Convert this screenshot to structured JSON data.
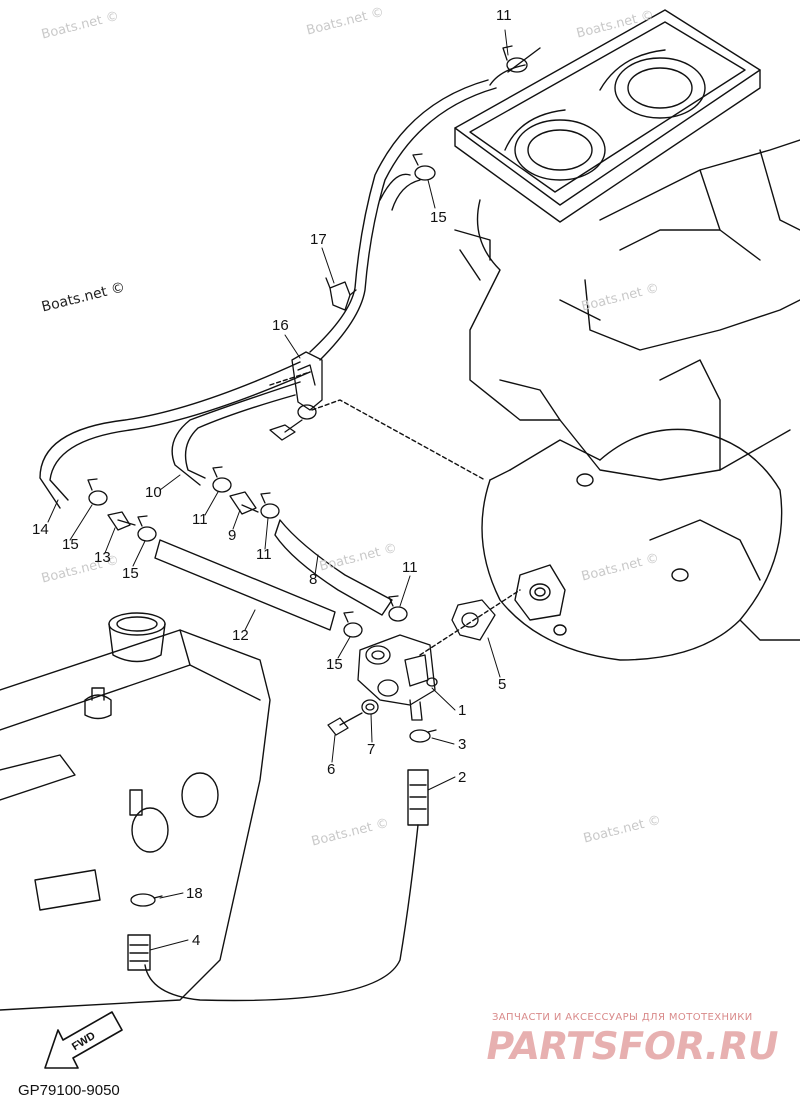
{
  "diagram": {
    "code": "GP79100-9050",
    "forward_label": "FWD",
    "watermark": "Boats.net ©",
    "brand_tagline": "ЗАПЧАСТИ И АКСЕССУАРЫ ДЛЯ МОТОТЕХНИКИ",
    "brand_logo": "PARTSFOR.RU"
  },
  "callouts": [
    {
      "id": "c11a",
      "text": "11"
    },
    {
      "id": "c15a",
      "text": "15"
    },
    {
      "id": "c17",
      "text": "17"
    },
    {
      "id": "c16",
      "text": "16"
    },
    {
      "id": "c10",
      "text": "10"
    },
    {
      "id": "c14",
      "text": "14"
    },
    {
      "id": "c15b",
      "text": "15"
    },
    {
      "id": "c13",
      "text": "13"
    },
    {
      "id": "c15c",
      "text": "15"
    },
    {
      "id": "c11b",
      "text": "11"
    },
    {
      "id": "c9",
      "text": "9"
    },
    {
      "id": "c11c",
      "text": "11"
    },
    {
      "id": "c8",
      "text": "8"
    },
    {
      "id": "c11d",
      "text": "11"
    },
    {
      "id": "c12",
      "text": "12"
    },
    {
      "id": "c15d",
      "text": "15"
    },
    {
      "id": "c5",
      "text": "5"
    },
    {
      "id": "c1",
      "text": "1"
    },
    {
      "id": "c3",
      "text": "3"
    },
    {
      "id": "c7",
      "text": "7"
    },
    {
      "id": "c6",
      "text": "6"
    },
    {
      "id": "c2",
      "text": "2"
    },
    {
      "id": "c18",
      "text": "18"
    },
    {
      "id": "c4",
      "text": "4"
    }
  ]
}
